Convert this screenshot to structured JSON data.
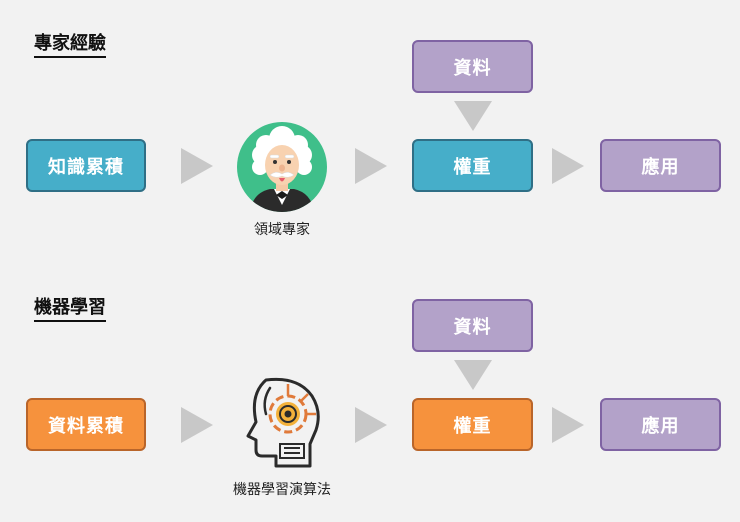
{
  "expert": {
    "title": "專家經驗",
    "input_label": "知識累積",
    "icon": "expert-person-icon",
    "caption": "領域專家",
    "data_label": "資料",
    "weight_label": "權重",
    "app_label": "應用"
  },
  "ml": {
    "title": "機器學習",
    "input_label": "資料累積",
    "icon": "ai-robot-head-icon",
    "caption": "機器學習演算法",
    "data_label": "資料",
    "weight_label": "權重",
    "app_label": "應用"
  },
  "colors": {
    "blue": "#46aec9",
    "orange": "#f6923d",
    "purple": "#b3a2c9",
    "arrow": "#c8c8c8",
    "background": "#f2f2f2"
  }
}
